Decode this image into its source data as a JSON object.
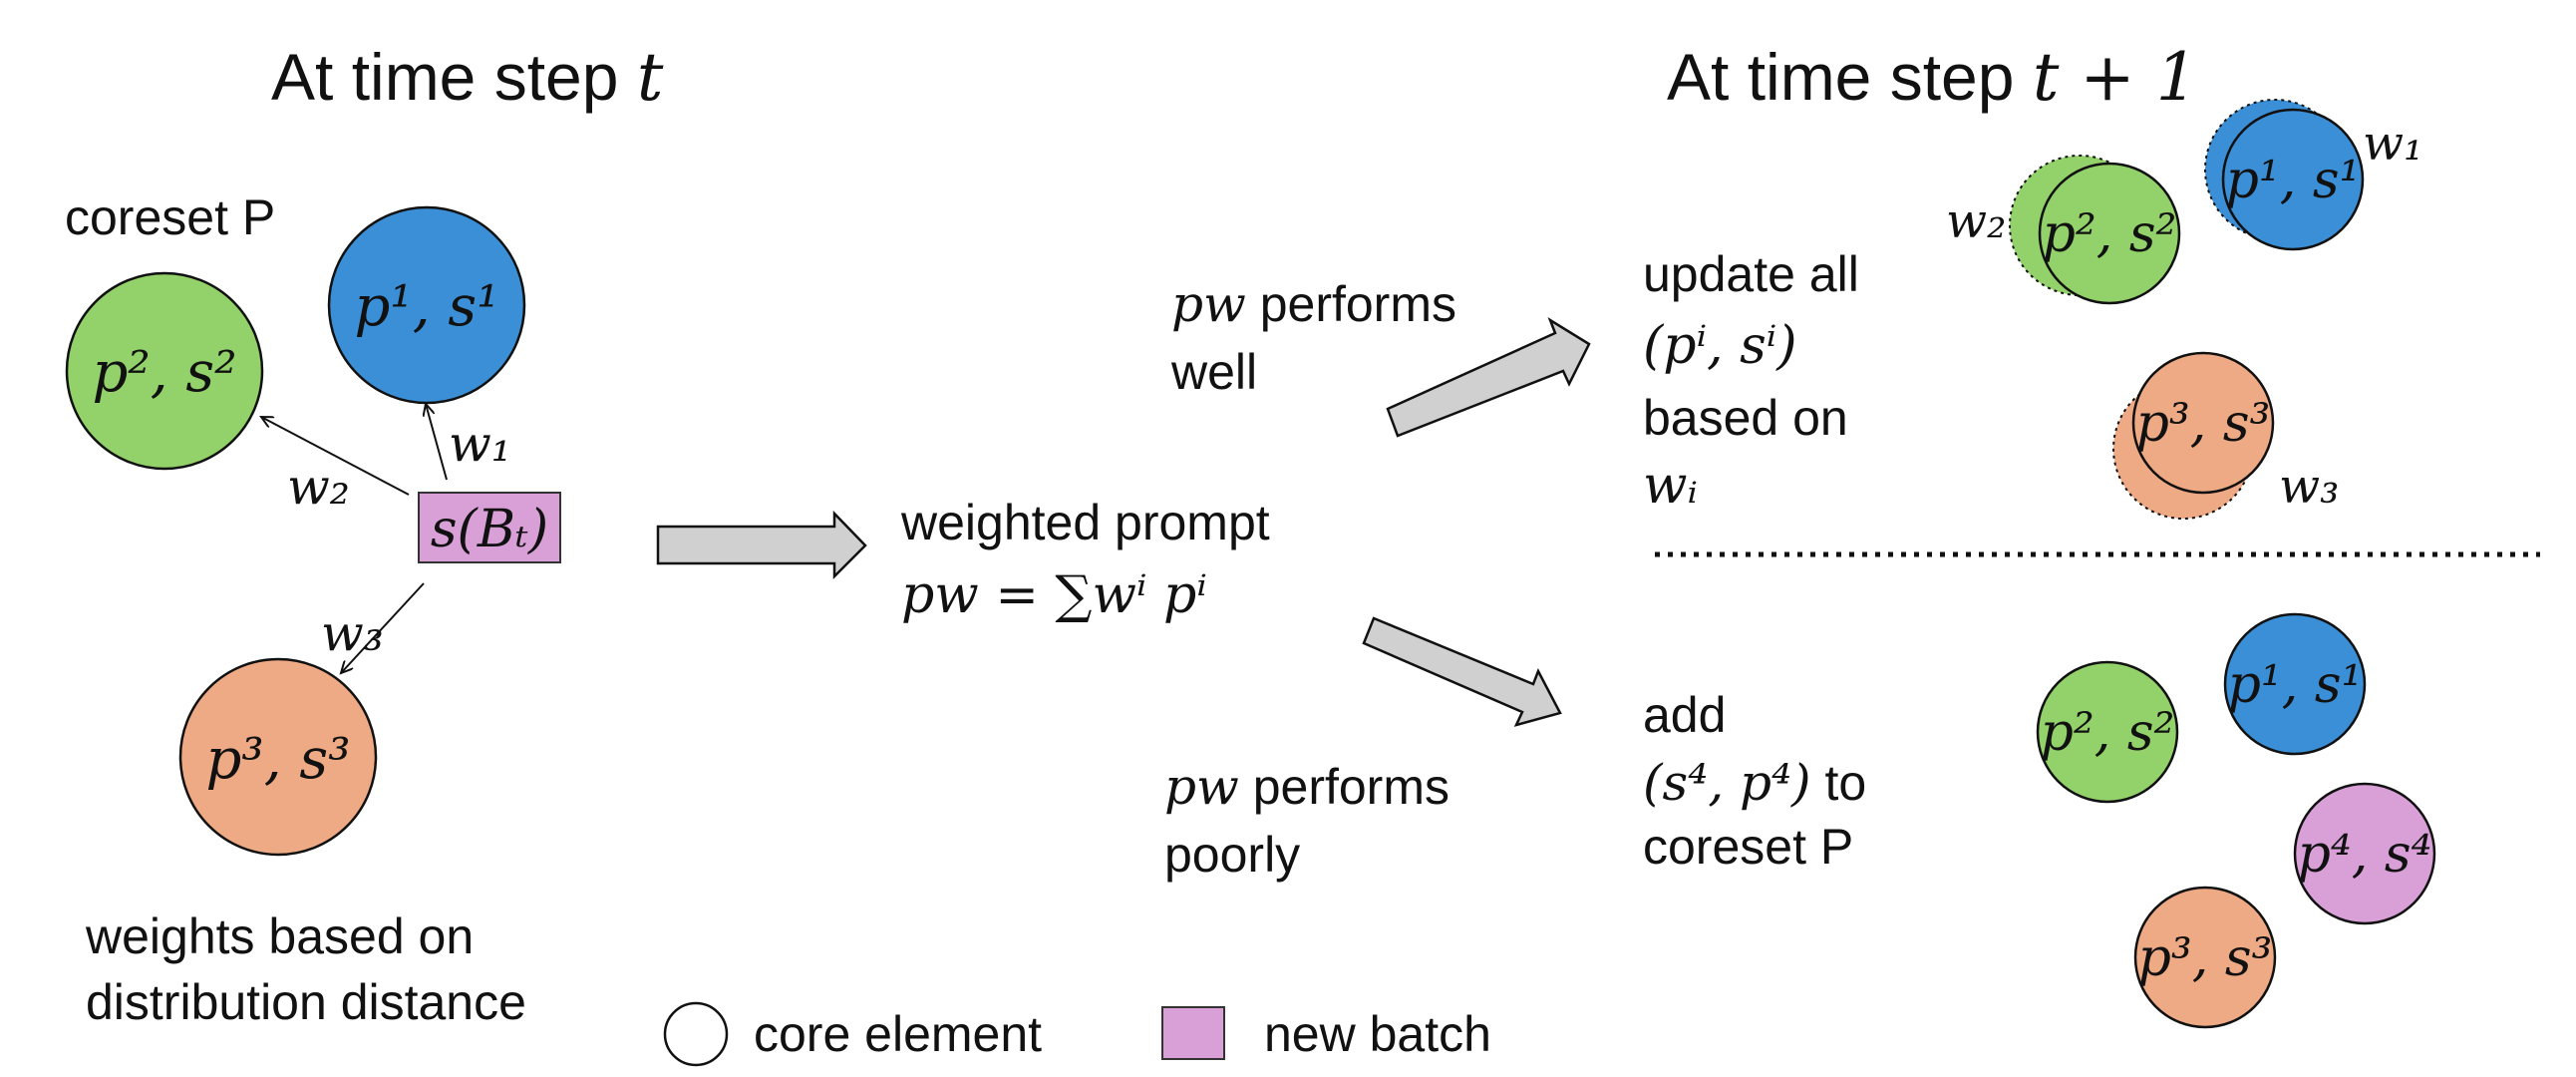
{
  "left": {
    "title": "At time step",
    "title_var": "t",
    "coreset_label": "coreset P",
    "nodes": [
      {
        "id": "p1",
        "label": "p¹, s¹",
        "color": "#3b8fd6"
      },
      {
        "id": "p2",
        "label": "p², s²",
        "color": "#93d16a"
      },
      {
        "id": "p3",
        "label": "p³, s³",
        "color": "#eeaa85"
      }
    ],
    "batch_label": "s(Bₜ)",
    "batch_color": "#d9a0d8",
    "weights": {
      "w1": "w₁",
      "w2": "w₂",
      "w3": "w₃"
    },
    "caption_line1": "weights based on",
    "caption_line2": "distribution distance"
  },
  "middle": {
    "line1": "weighted prompt",
    "formula": "pw = ∑wⁱ pⁱ",
    "well_math": "pw",
    "well_line1": "performs",
    "well_line2": "well",
    "poor_math": "pw",
    "poor_line1": "performs",
    "poor_line2": "poorly"
  },
  "right": {
    "title": "At time step",
    "title_var": "t + 1",
    "update_line1": "update all",
    "update_line2": "(pⁱ,  sⁱ)",
    "update_line3": "based on",
    "update_line4": "wᵢ",
    "add_line1": "add",
    "add_math": "(s⁴, p⁴)",
    "add_to": "to",
    "add_line3": "coreset P",
    "top_nodes": [
      {
        "id": "p1",
        "label": "p¹, s¹",
        "color": "#3b8fd6"
      },
      {
        "id": "p2",
        "label": "p², s²",
        "color": "#93d16a"
      },
      {
        "id": "p3",
        "label": "p³, s³",
        "color": "#eeaa85"
      }
    ],
    "top_weights": {
      "w1": "w₁",
      "w2": "w₂",
      "w3": "w₃"
    },
    "bottom_nodes": [
      {
        "id": "p1",
        "label": "p¹, s¹",
        "color": "#3b8fd6"
      },
      {
        "id": "p2",
        "label": "p², s²",
        "color": "#93d16a"
      },
      {
        "id": "p3",
        "label": "p³, s³",
        "color": "#eeaa85"
      },
      {
        "id": "p4",
        "label": "p⁴, s⁴",
        "color": "#d9a0d8"
      }
    ]
  },
  "legend": {
    "core_label": "core element",
    "batch_label": "new batch"
  },
  "colors": {
    "arrow_fill": "#d0d0d0",
    "outline": "#111111"
  }
}
